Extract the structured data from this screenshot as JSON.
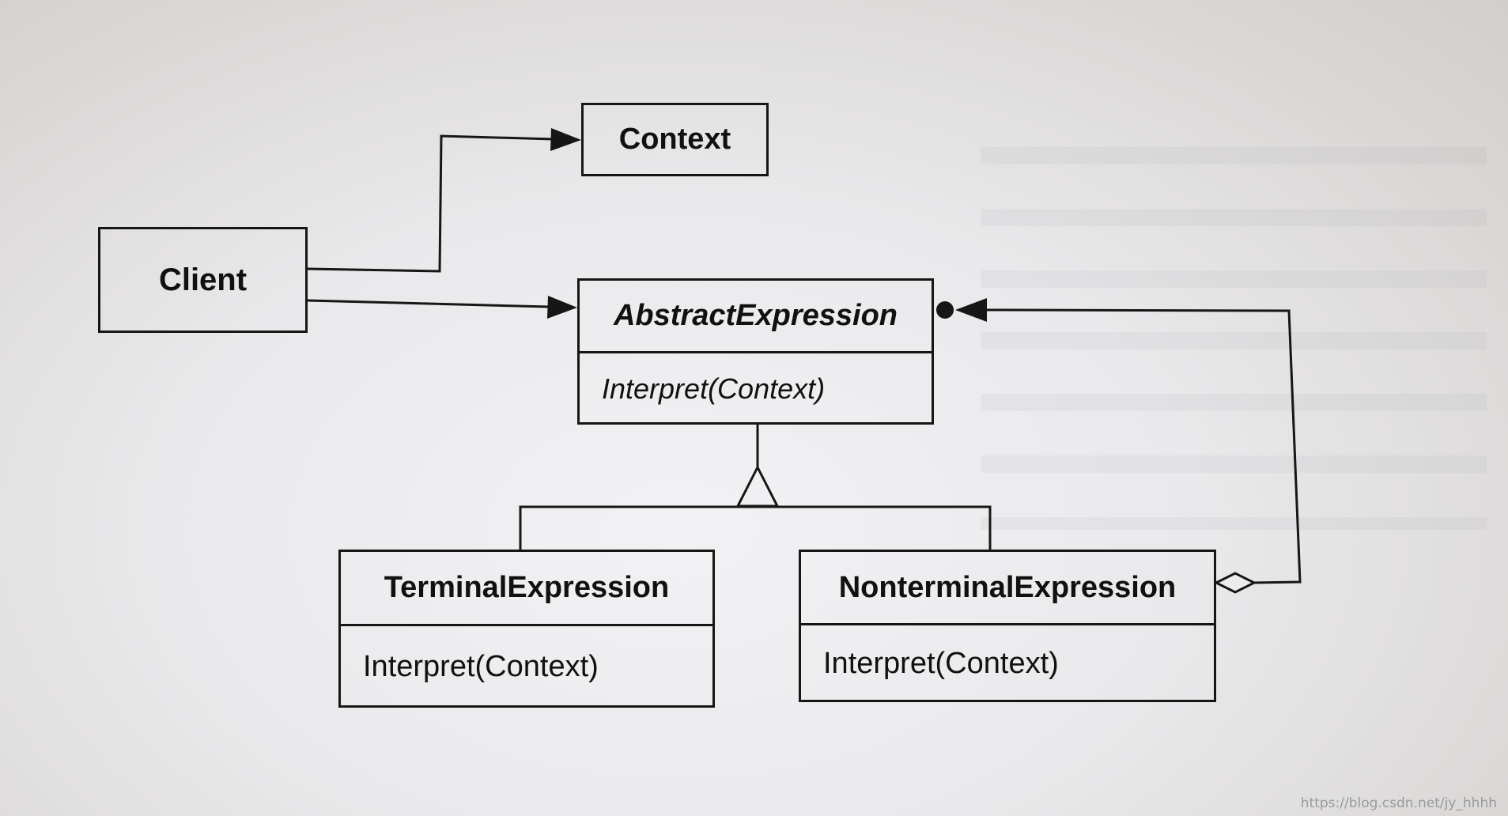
{
  "classes": {
    "context": {
      "name": "Context"
    },
    "client": {
      "name": "Client"
    },
    "abstract_expression": {
      "name": "AbstractExpression",
      "operation": "Interpret(Context)"
    },
    "terminal_expression": {
      "name": "TerminalExpression",
      "operation": "Interpret(Context)"
    },
    "nonterminal_expression": {
      "name": "NonterminalExpression",
      "operation": "Interpret(Context)"
    }
  },
  "watermark": "https://blog.csdn.net/jy_hhhh"
}
